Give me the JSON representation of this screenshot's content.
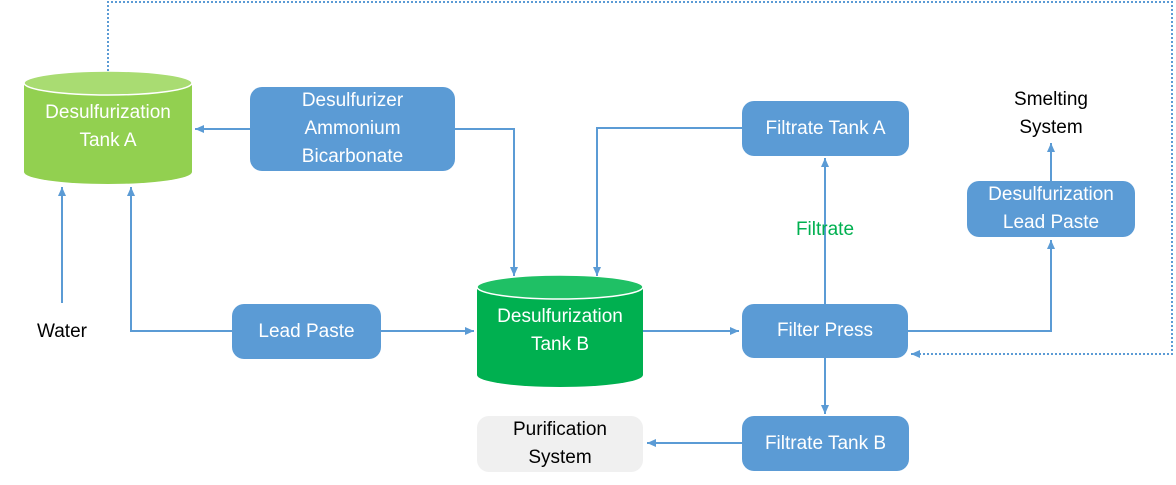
{
  "colors": {
    "process_blue": "#5b9bd5",
    "tank_a_green": "#92d050",
    "tank_b_green": "#00b050",
    "filtrate_text": "#00b050",
    "purification_gray": "#f0f0f0"
  },
  "nodes": {
    "tank_a": "Desulfurization\nTank A",
    "desulfurizer": "Desulfurizer\nAmmonium\nBicarbonate",
    "filtrate_tank_a": "Filtrate Tank A",
    "smelting": "Smelting\nSystem",
    "desulfurization_lead_paste": "Desulfurization\nLead Paste",
    "water": "Water",
    "lead_paste": "Lead Paste",
    "tank_b": "Desulfurization\nTank B",
    "filter_press": "Filter Press",
    "purification": "Purification\nSystem",
    "filtrate_tank_b": "Filtrate Tank B"
  },
  "edge_labels": {
    "filtrate": "Filtrate"
  }
}
